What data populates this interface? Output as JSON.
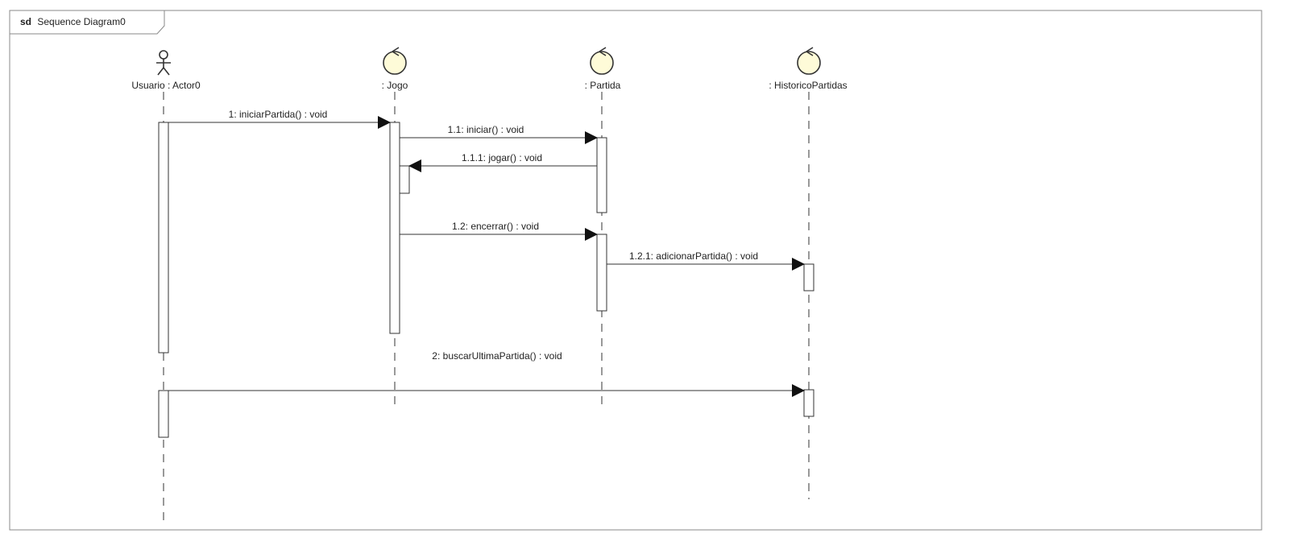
{
  "frame": {
    "keyword": "sd",
    "name": "Sequence Diagram0"
  },
  "lifelines": [
    {
      "id": "usuario",
      "label": "Usuario : Actor0",
      "kind": "actor"
    },
    {
      "id": "jogo",
      "label": ": Jogo",
      "kind": "control"
    },
    {
      "id": "partida",
      "label": ": Partida",
      "kind": "control"
    },
    {
      "id": "historico",
      "label": ": HistoricoPartidas",
      "kind": "control"
    }
  ],
  "messages": [
    {
      "id": "m1",
      "label": "1: iniciarPartida() : void",
      "from": "usuario",
      "to": "jogo"
    },
    {
      "id": "m11",
      "label": "1.1: iniciar() : void",
      "from": "jogo",
      "to": "partida"
    },
    {
      "id": "m111",
      "label": "1.1.1: jogar() : void",
      "from": "partida",
      "to": "jogo"
    },
    {
      "id": "m12",
      "label": "1.2: encerrar() : void",
      "from": "jogo",
      "to": "partida"
    },
    {
      "id": "m121",
      "label": "1.2.1: adicionarPartida() : void",
      "from": "partida",
      "to": "historico"
    },
    {
      "id": "m2",
      "label": "2: buscarUltimaPartida() : void",
      "from": "usuario",
      "to": "historico"
    }
  ],
  "colors": {
    "line": "#333333",
    "frame": "#8a8a8a",
    "control_fill": "#fefbd8",
    "activation_fill": "#ffffff"
  }
}
